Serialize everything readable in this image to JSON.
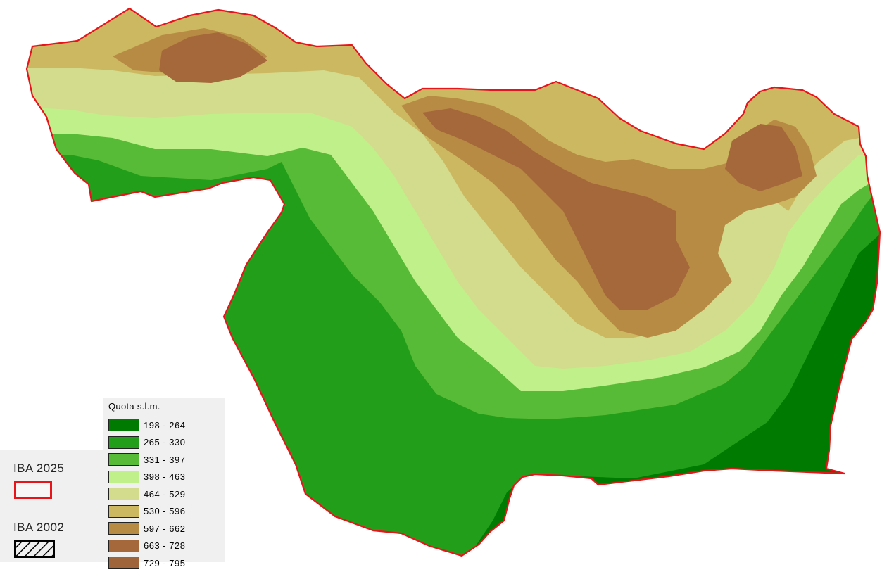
{
  "elevation_legend": {
    "title": "Quota s.l.m.",
    "classes": [
      {
        "label": "198 - 264",
        "color": "#007a00"
      },
      {
        "label": "265 - 330",
        "color": "#239e1a"
      },
      {
        "label": "331 - 397",
        "color": "#58bb37"
      },
      {
        "label": "398 - 463",
        "color": "#c0f08a"
      },
      {
        "label": "464 - 529",
        "color": "#d2dc8c"
      },
      {
        "label": "530 - 596",
        "color": "#cdb862"
      },
      {
        "label": "597 - 662",
        "color": "#b88b45"
      },
      {
        "label": "663 - 728",
        "color": "#a5683a"
      },
      {
        "label": "729 - 795",
        "color": "#a0643a"
      }
    ]
  },
  "boundary_legend": {
    "iba_2025": {
      "label": "IBA 2025",
      "color": "#e8141c"
    },
    "iba_2002": {
      "label": "IBA 2002"
    }
  }
}
